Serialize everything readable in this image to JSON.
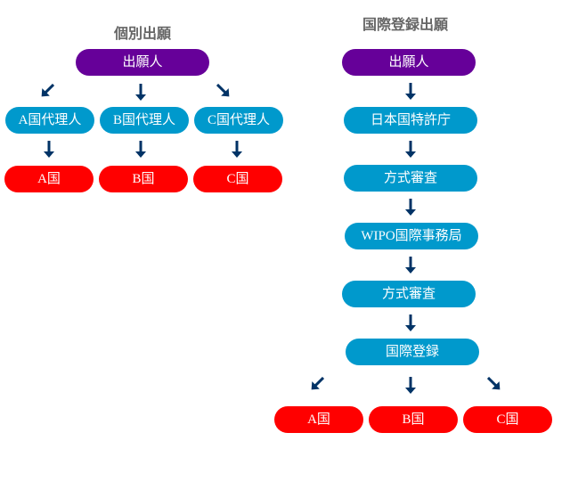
{
  "individual": {
    "title": "個別出願",
    "applicant": "出願人",
    "agents": [
      "A国代理人",
      "B国代理人",
      "C国代理人"
    ],
    "countries": [
      "A国",
      "B国",
      "C国"
    ]
  },
  "international": {
    "title": "国際登録出願",
    "steps": [
      "出願人",
      "日本国特許庁",
      "方式審査",
      "WIPO国際事務局",
      "方式審査",
      "国際登録"
    ],
    "countries": [
      "A国",
      "B国",
      "C国"
    ]
  },
  "colors": {
    "applicant": "#660099",
    "step": "#0099cc",
    "country": "#ff0000",
    "arrow": "#003366",
    "title": "#666666"
  }
}
